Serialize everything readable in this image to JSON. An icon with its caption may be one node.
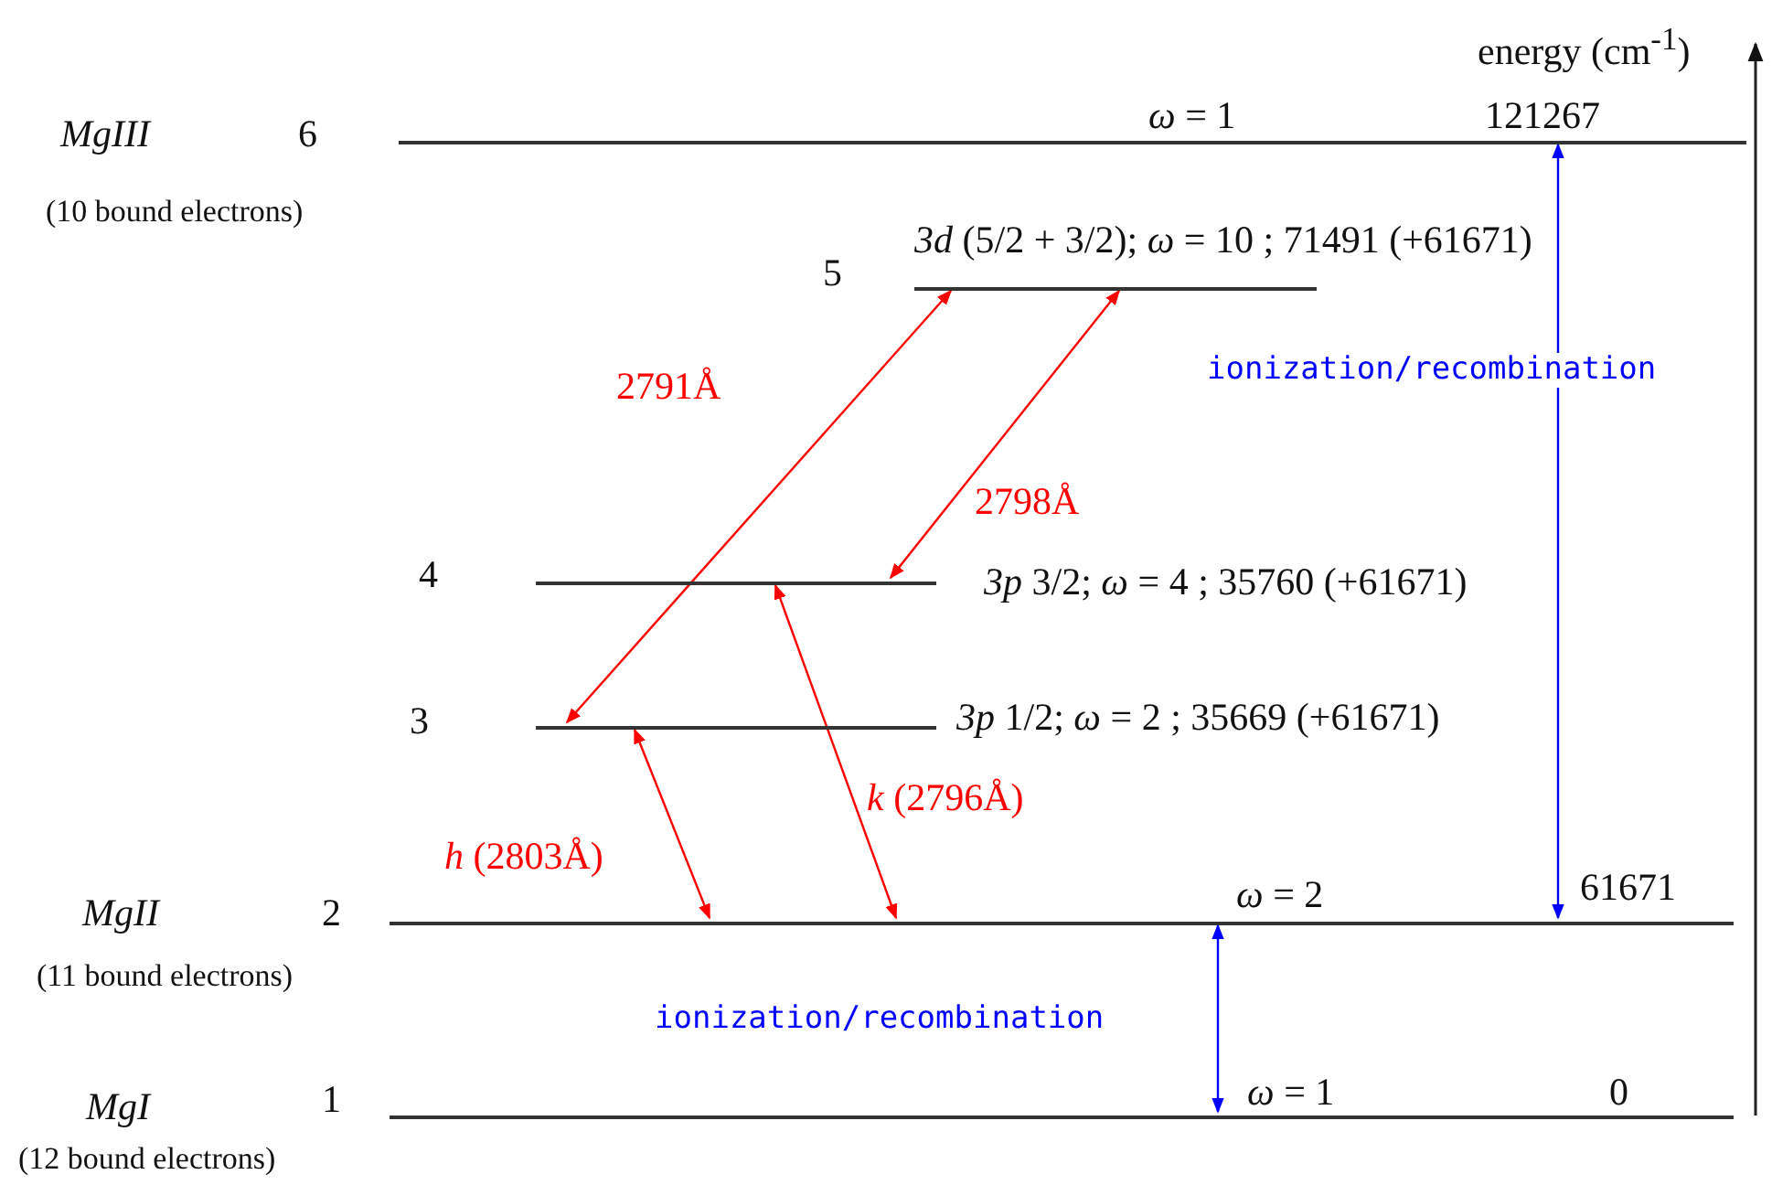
{
  "diagram": {
    "nodes": [
      {
        "text": [],
        "shape": "bar",
        "beside": [
          "MgIII",
          "6",
          "(10 bound electrons)",
          "*ω* = 1",
          "121267"
        ]
      },
      {
        "text": [],
        "shape": "bar",
        "beside": [
          "5",
          "*3d* (5/2 + 3/2); *ω* = 10 ; 71491 (+61671)"
        ]
      },
      {
        "text": [],
        "shape": "bar",
        "beside": [
          "4",
          "*3p* 3/2; *ω* = 4 ; 35760 (+61671)"
        ]
      },
      {
        "text": [],
        "shape": "bar",
        "beside": [
          "3",
          "*3p* 1/2; *ω* = 2 ; 35669 (+61671)"
        ]
      },
      {
        "text": [],
        "shape": "bar",
        "beside": [
          "MgII",
          "2",
          "(11 bound electrons)",
          "*ω* = 2",
          "61671"
        ]
      },
      {
        "text": [],
        "shape": "bar",
        "beside": [
          "MgI",
          "1",
          "(12 bound electrons)",
          "*ω* = 1",
          "0"
        ]
      }
    ],
    "edges": [
      {
        "from": 1,
        "to": 3,
        "arrow": "both",
        "label": "2791Å"
      },
      {
        "from": 1,
        "to": 2,
        "arrow": "both",
        "label": "2798Å"
      },
      {
        "from": 3,
        "to": 4,
        "arrow": "both",
        "label": "*h* (2803Å)"
      },
      {
        "from": 2,
        "to": 4,
        "arrow": "both",
        "label": "*k* (2796Å)"
      },
      {
        "from": 0,
        "to": 4,
        "arrow": "both",
        "label": "ionization/recombination",
        "color": "#0000ff"
      },
      {
        "from": 4,
        "to": 5,
        "arrow": "both",
        "label": "ionization/recombination",
        "color": "#0000ff"
      }
    ],
    "labels": [
      "energy (cm$^{-1}$)"
    ]
  }
}
